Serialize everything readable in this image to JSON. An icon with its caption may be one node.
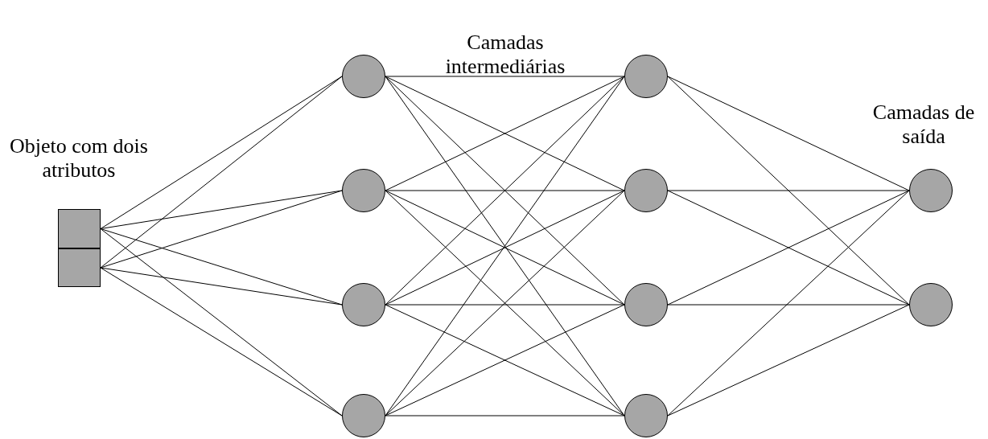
{
  "diagram": {
    "nodes": [
      {
        "text": [],
        "shape": "box"
      },
      {
        "text": [],
        "shape": "box"
      },
      {
        "text": [],
        "shape": "circle"
      },
      {
        "text": [],
        "shape": "circle"
      },
      {
        "text": [],
        "shape": "circle"
      },
      {
        "text": [],
        "shape": "circle"
      },
      {
        "text": [],
        "shape": "circle"
      },
      {
        "text": [],
        "shape": "circle"
      },
      {
        "text": [],
        "shape": "circle"
      },
      {
        "text": [],
        "shape": "circle"
      },
      {
        "text": [],
        "shape": "circle"
      },
      {
        "text": [],
        "shape": "circle"
      }
    ],
    "edges": [
      {
        "from": 0,
        "to": 2,
        "arrow": "none"
      },
      {
        "from": 0,
        "to": 3,
        "arrow": "none"
      },
      {
        "from": 0,
        "to": 4,
        "arrow": "none"
      },
      {
        "from": 0,
        "to": 5,
        "arrow": "none"
      },
      {
        "from": 1,
        "to": 2,
        "arrow": "none"
      },
      {
        "from": 1,
        "to": 3,
        "arrow": "none"
      },
      {
        "from": 1,
        "to": 4,
        "arrow": "none"
      },
      {
        "from": 1,
        "to": 5,
        "arrow": "none"
      },
      {
        "from": 2,
        "to": 6,
        "arrow": "none"
      },
      {
        "from": 2,
        "to": 7,
        "arrow": "none"
      },
      {
        "from": 2,
        "to": 8,
        "arrow": "none"
      },
      {
        "from": 2,
        "to": 9,
        "arrow": "none"
      },
      {
        "from": 3,
        "to": 6,
        "arrow": "none"
      },
      {
        "from": 3,
        "to": 7,
        "arrow": "none"
      },
      {
        "from": 3,
        "to": 8,
        "arrow": "none"
      },
      {
        "from": 3,
        "to": 9,
        "arrow": "none"
      },
      {
        "from": 4,
        "to": 6,
        "arrow": "none"
      },
      {
        "from": 4,
        "to": 7,
        "arrow": "none"
      },
      {
        "from": 4,
        "to": 8,
        "arrow": "none"
      },
      {
        "from": 4,
        "to": 9,
        "arrow": "none"
      },
      {
        "from": 5,
        "to": 6,
        "arrow": "none"
      },
      {
        "from": 5,
        "to": 7,
        "arrow": "none"
      },
      {
        "from": 5,
        "to": 8,
        "arrow": "none"
      },
      {
        "from": 5,
        "to": 9,
        "arrow": "none"
      },
      {
        "from": 6,
        "to": 10,
        "arrow": "none"
      },
      {
        "from": 6,
        "to": 11,
        "arrow": "none"
      },
      {
        "from": 7,
        "to": 10,
        "arrow": "none"
      },
      {
        "from": 7,
        "to": 11,
        "arrow": "none"
      },
      {
        "from": 8,
        "to": 10,
        "arrow": "none"
      },
      {
        "from": 8,
        "to": 11,
        "arrow": "none"
      },
      {
        "from": 9,
        "to": 10,
        "arrow": "none"
      },
      {
        "from": 9,
        "to": 11,
        "arrow": "none"
      }
    ],
    "labels": [
      "Camadas intermediárias",
      "Objeto com dois atributos",
      "Camadas de saída"
    ]
  }
}
